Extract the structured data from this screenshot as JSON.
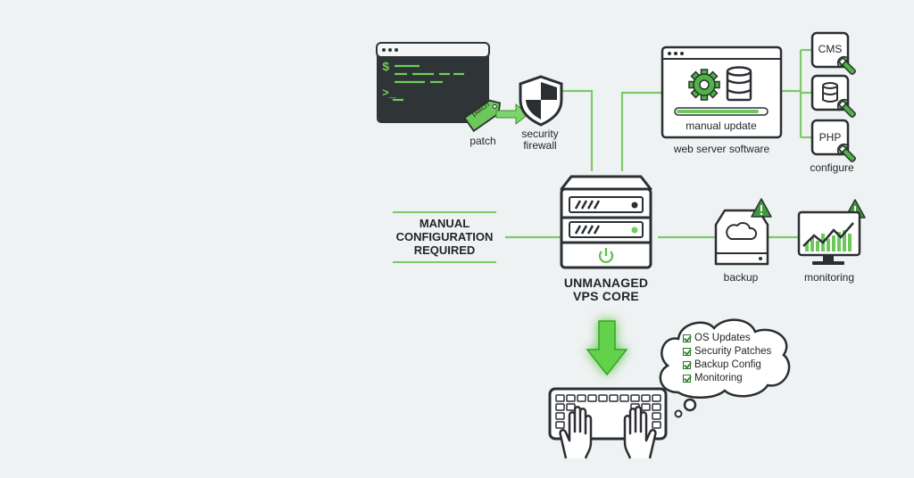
{
  "labels": {
    "patch_tag": "patch",
    "patch": "patch",
    "security_firewall_line1": "security",
    "security_firewall_line2": "firewall",
    "manual_update": "manual update",
    "web_server_software": "web server software",
    "cms": "CMS",
    "php": "PHP",
    "configure": "configure",
    "manual_config_line1": "MANUAL",
    "manual_config_line2": "CONFIGURATION",
    "manual_config_line3": "REQUIRED",
    "core_line1": "UNMANAGED",
    "core_line2": "VPS CORE",
    "backup": "backup",
    "monitoring": "monitoring",
    "terminal_prompt": "$",
    "terminal_cursor": ">_"
  },
  "checklist": [
    "OS Updates",
    "Security Patches",
    "Backup Config",
    "Monitoring"
  ],
  "colors": {
    "background": "#eff2f3",
    "accent_green": "#5cbf4a",
    "line_green": "#7cc96a",
    "dark": "#2b2f33",
    "terminal_bg": "#2f3437",
    "warning_green": "#3f9a3a"
  },
  "icons": [
    "terminal-icon",
    "patch-tag-icon",
    "shield-icon",
    "gear-icon",
    "database-icon",
    "wrench-icon",
    "server-icon",
    "power-icon",
    "drive-icon",
    "cloud-icon",
    "warning-icon",
    "monitor-chart-icon",
    "down-arrow-icon",
    "keyboard-icon",
    "hands-icon",
    "thought-bubble-icon",
    "checkbox-icon"
  ]
}
